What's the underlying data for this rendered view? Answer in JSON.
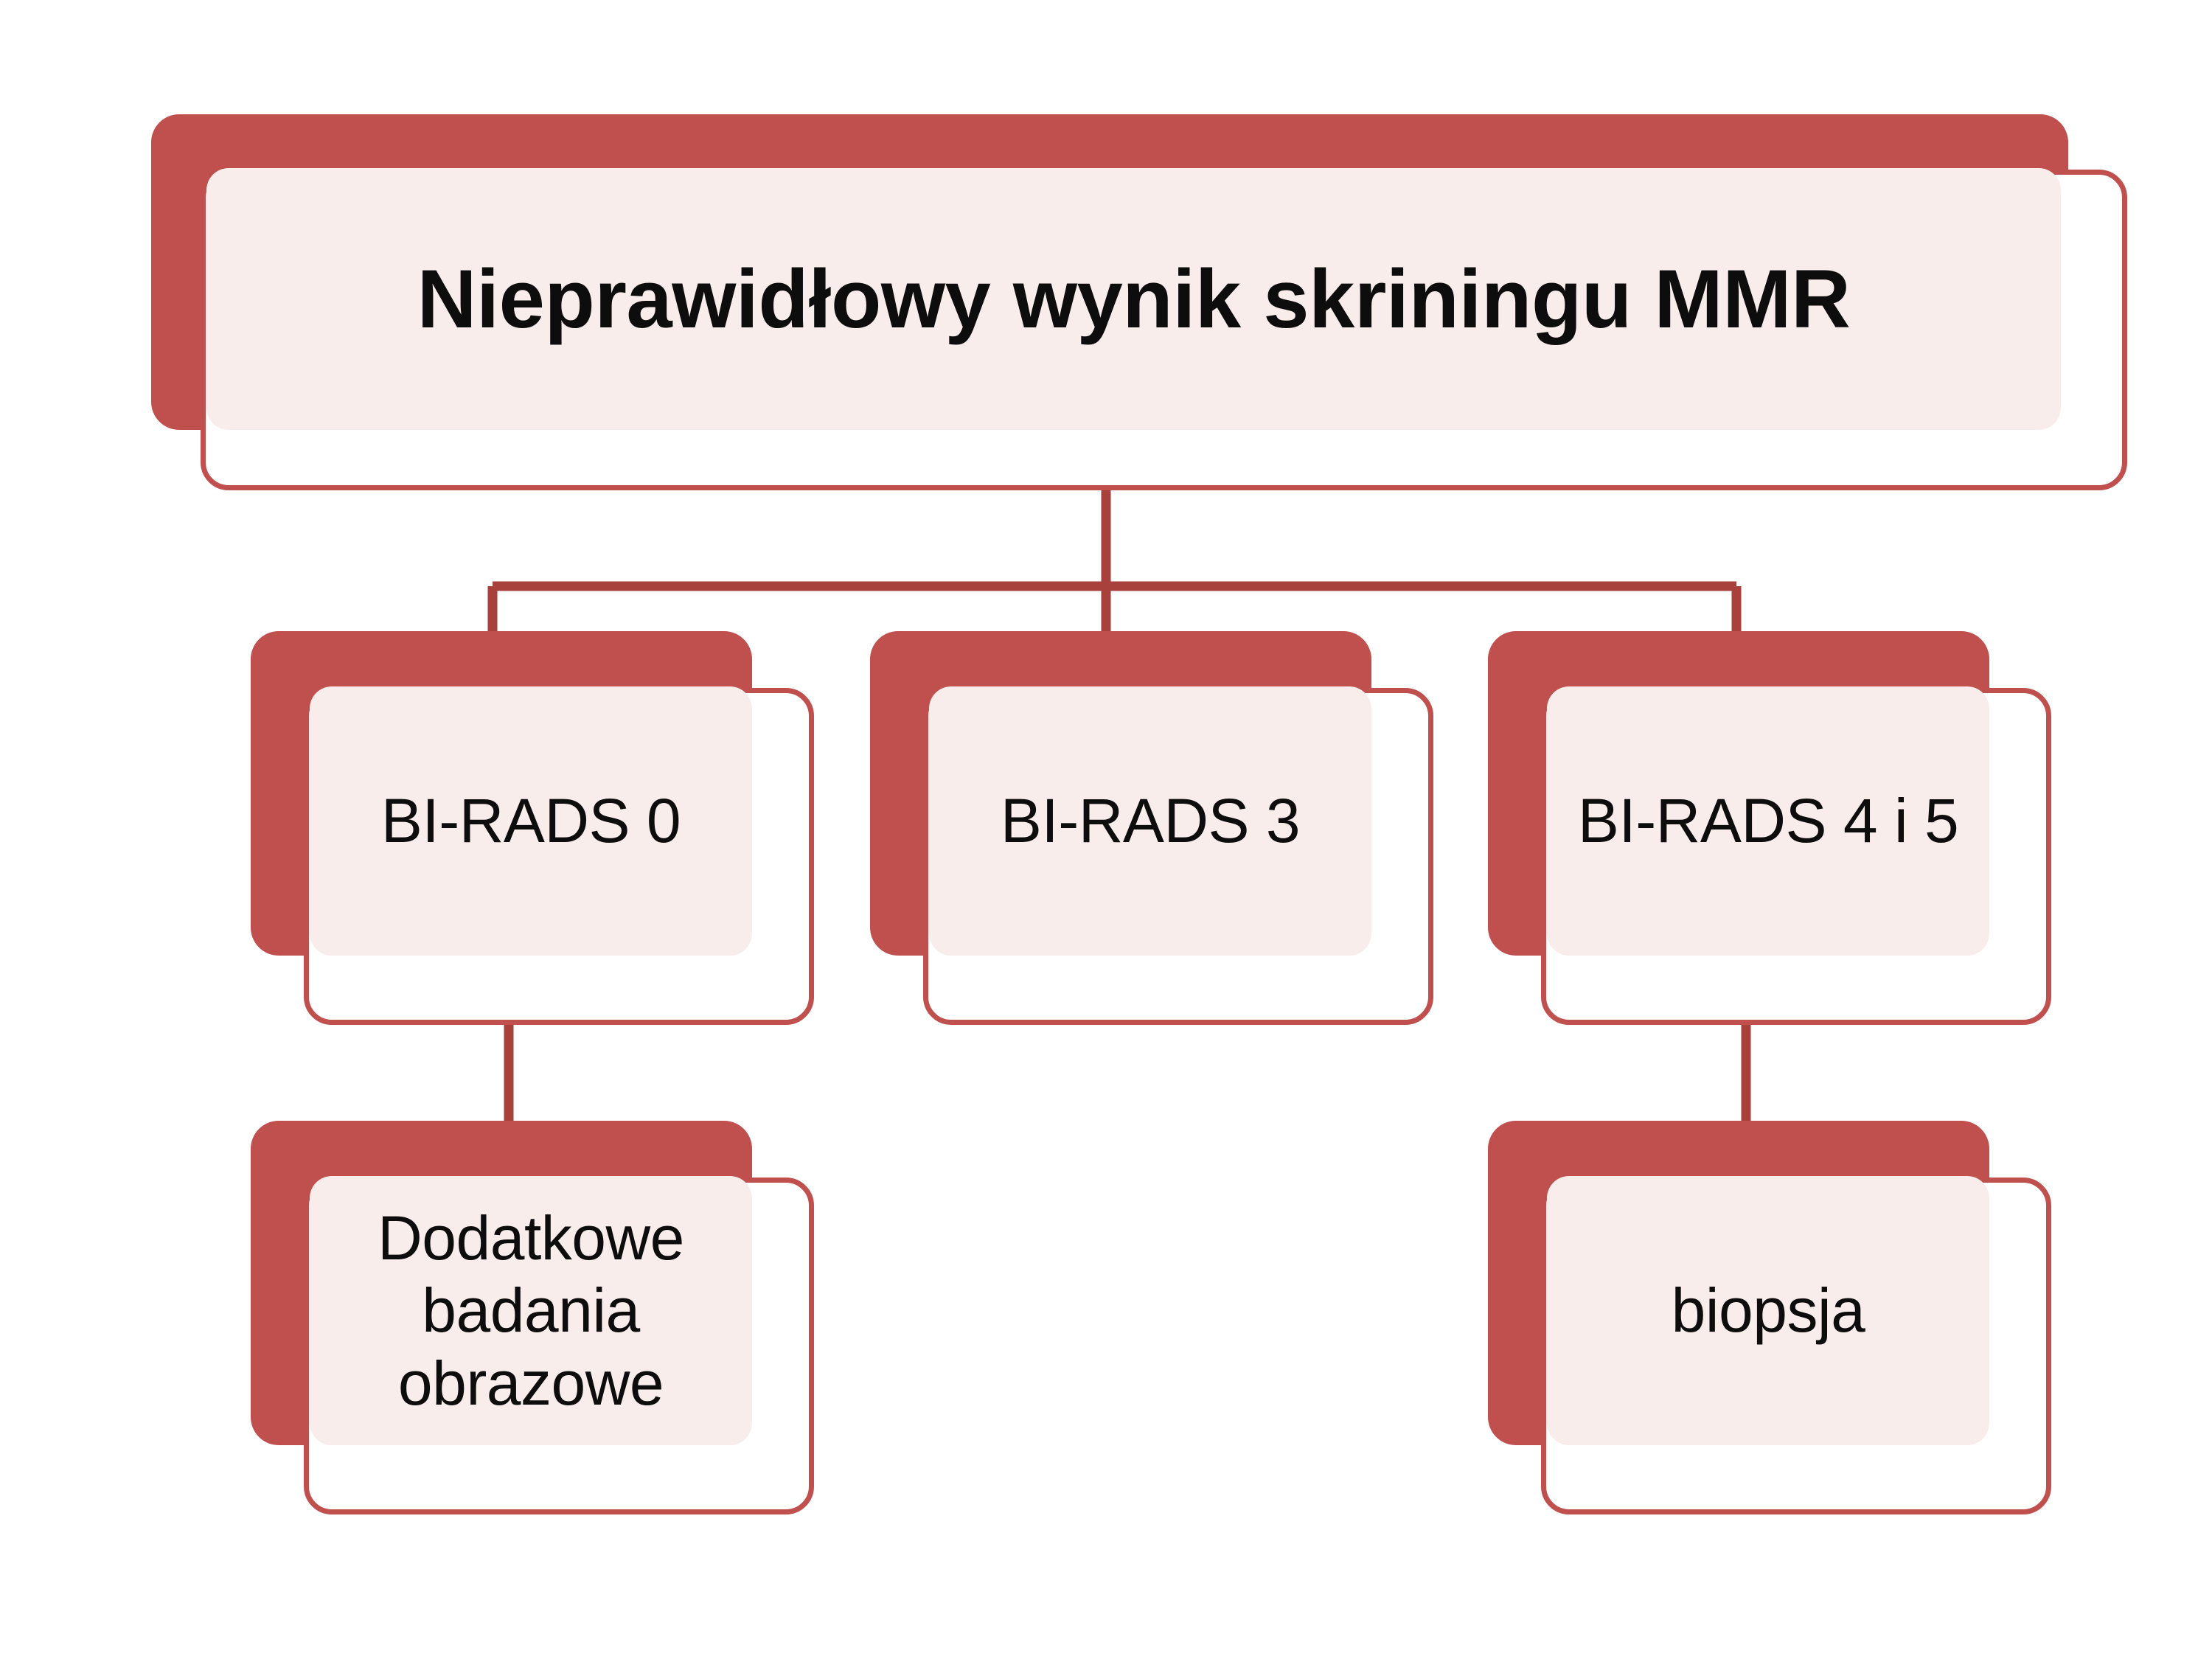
{
  "diagram": {
    "title": "Nieprawidłowy wynik skriningu MMR",
    "language": "pl",
    "colors": {
      "slab_red": "#C0504D",
      "card_border_red": "#C0504D",
      "card_background": "#FFFFFF",
      "inner_fill_pink": "#F9EDEC",
      "connector_red": "#A8403C",
      "text_black": "#0D0D0D",
      "page_background": "#FFFFFF"
    },
    "nodes": [
      {
        "id": "root",
        "label": "Nieprawidłowy wynik skriningu MMR",
        "level": 1,
        "bold": true
      },
      {
        "id": "birads0",
        "label": "BI-RADS 0",
        "level": 2,
        "bold": false
      },
      {
        "id": "birads3",
        "label": "BI-RADS 3",
        "level": 2,
        "bold": false
      },
      {
        "id": "birads45",
        "label": "BI-RADS 4 i 5",
        "level": 2,
        "bold": false
      },
      {
        "id": "imaging",
        "label": "Dodatkowe\nbadania\nobrazowe",
        "level": 3,
        "bold": false
      },
      {
        "id": "biopsy",
        "label": "biopsja",
        "level": 3,
        "bold": false
      }
    ],
    "edges": [
      {
        "from": "root",
        "to": "birads0"
      },
      {
        "from": "root",
        "to": "birads3"
      },
      {
        "from": "root",
        "to": "birads45"
      },
      {
        "from": "birads0",
        "to": "imaging"
      },
      {
        "from": "birads45",
        "to": "biopsy"
      }
    ]
  }
}
